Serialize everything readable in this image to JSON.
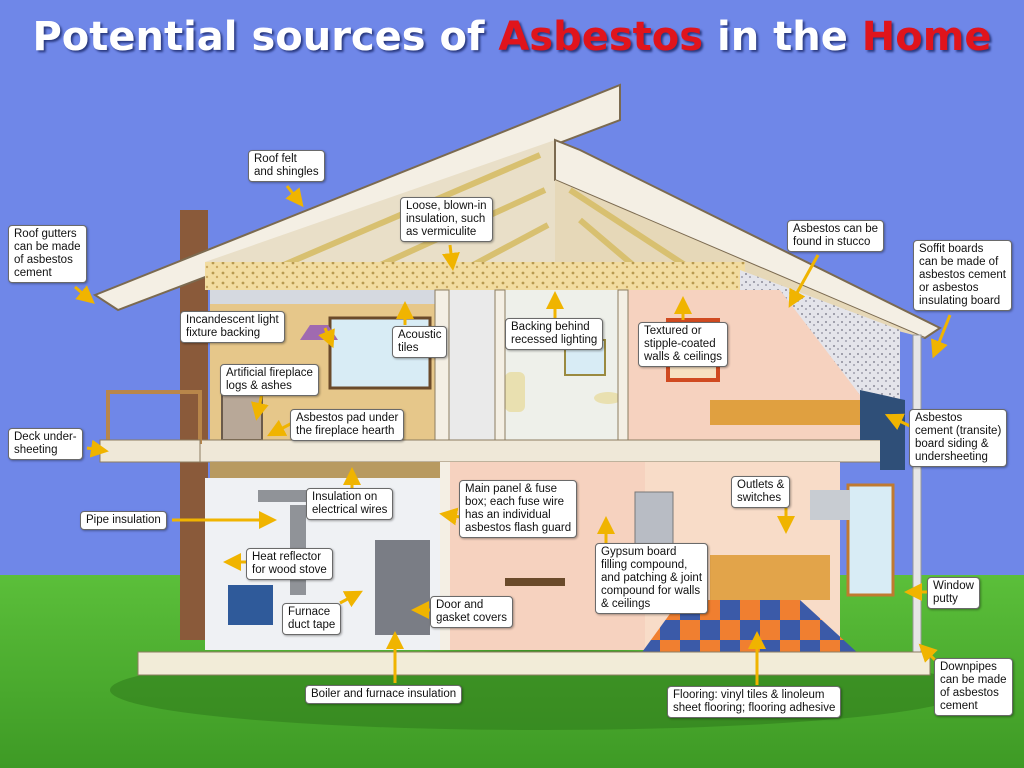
{
  "title": {
    "prefix": "Potential sources of ",
    "highlight1": "Asbestos",
    "middle": " in the ",
    "highlight2": "Home"
  },
  "colors": {
    "sky": "#6f87e8",
    "grass": "#4caf2f",
    "highlight": "#e0141c",
    "arrow": "#f0b400",
    "wall_peach": "#f6d2bf",
    "siding": "#2f4f78"
  },
  "labels": {
    "roof_felt": "Roof felt\nand shingles",
    "roof_gutters": "Roof gutters\ncan be made\nof asbestos\ncement",
    "loose_insulation": "Loose, blown-in\ninsulation, such\nas vermiculite",
    "stucco": "Asbestos can be\nfound in stucco",
    "soffit": "Soffit boards\ncan be made of\nasbestos cement\nor asbestos\ninsulating board",
    "light_fixture": "Incandescent light\nfixture backing",
    "acoustic_tiles": "Acoustic\ntiles",
    "recessed_lighting": "Backing behind\nrecessed lighting",
    "textured_walls": "Textured or\nstipple-coated\nwalls & ceilings",
    "fireplace_logs": "Artificial fireplace\nlogs & ashes",
    "hearth_pad": "Asbestos pad under\nthe fireplace hearth",
    "deck": "Deck under-\nsheeting",
    "siding": "Asbestos\ncement (transite)\nboard siding &\nundersheeting",
    "wire_insulation": "Insulation on\nelectrical wires",
    "main_panel": "Main panel & fuse\nbox; each fuse wire\nhas an individual\nasbestos flash guard",
    "outlets": "Outlets &\nswitches",
    "pipe_insulation": "Pipe insulation",
    "heat_reflector": "Heat reflector\nfor wood stove",
    "gypsum": "Gypsum board\nfilling compound,\nand patching & joint\ncompound for walls\n& ceilings",
    "window_putty": "Window\nputty",
    "duct_tape": "Furnace\nduct tape",
    "door_gasket": "Door and\ngasket covers",
    "boiler": "Boiler and furnace insulation",
    "flooring": "Flooring: vinyl tiles & linoleum\nsheet flooring; flooring adhesive",
    "downpipes": "Downpipes\ncan be made\nof asbestos\ncement"
  }
}
